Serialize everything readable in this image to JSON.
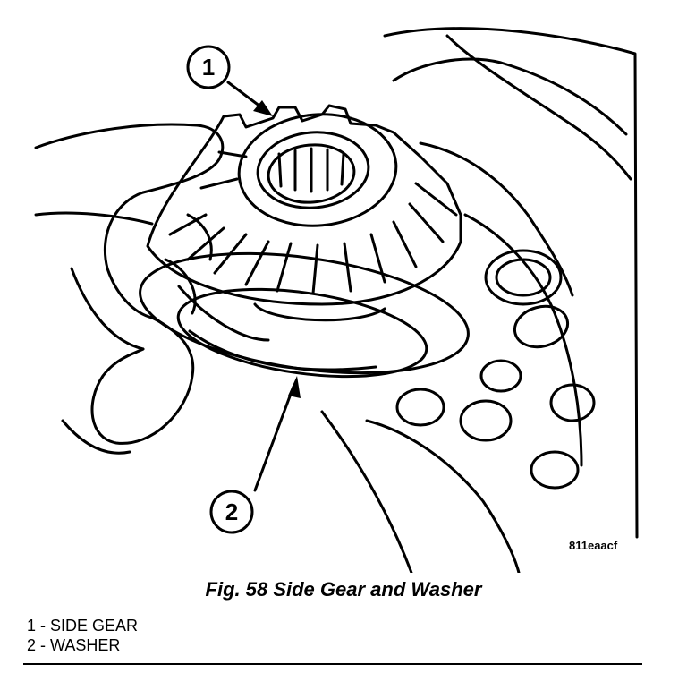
{
  "figure": {
    "code": "811eaacf",
    "caption": "Fig. 58 Side Gear and Washer",
    "callouts": [
      {
        "number": "1",
        "part": "SIDE GEAR"
      },
      {
        "number": "2",
        "part": "WASHER"
      }
    ],
    "legend": [
      "1 - SIDE GEAR",
      "2 - WASHER"
    ]
  }
}
